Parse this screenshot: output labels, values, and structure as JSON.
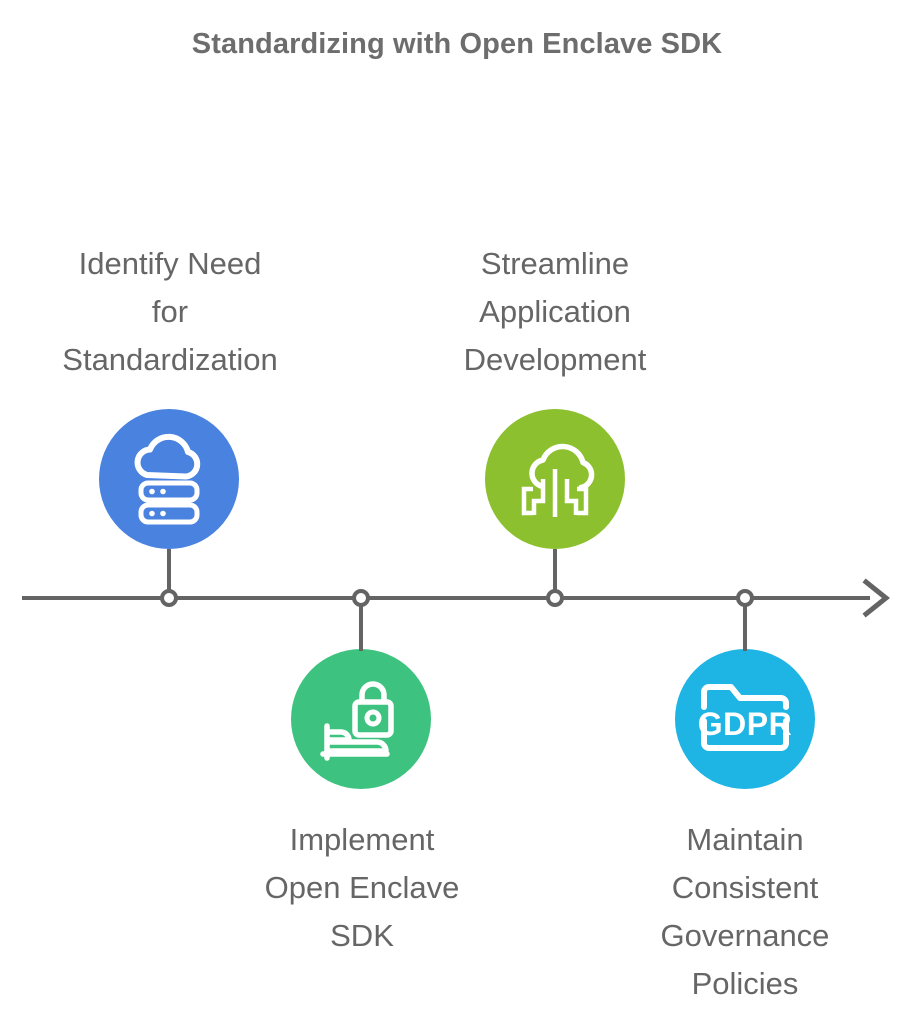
{
  "page": {
    "title": "Standardizing with Open Enclave SDK",
    "background_color": "#ffffff",
    "text_color": "#666666",
    "axis_color": "#646464"
  },
  "timeline": {
    "direction": "left-to-right",
    "arrow_icon": "arrow-right-icon",
    "node_count": 4,
    "steps": [
      {
        "index": 1,
        "label": "Identify Need\nfor\nStandardization",
        "label_position": "above",
        "icon": "cloud-server-icon",
        "icon_color": "#4a82e0"
      },
      {
        "index": 2,
        "label": "Implement\nOpen Enclave\nSDK",
        "label_position": "below",
        "icon": "lock-bed-icon",
        "icon_color": "#3dc37f"
      },
      {
        "index": 3,
        "label": "Streamline\nApplication\nDevelopment",
        "label_position": "above",
        "icon": "cloud-circuit-icon",
        "icon_color": "#8cc02e"
      },
      {
        "index": 4,
        "label": "Maintain\nConsistent\nGovernance\nPolicies",
        "label_position": "below",
        "icon": "gdpr-folder-icon",
        "icon_color": "#1eb4e4",
        "icon_text": "GDPR"
      }
    ]
  }
}
